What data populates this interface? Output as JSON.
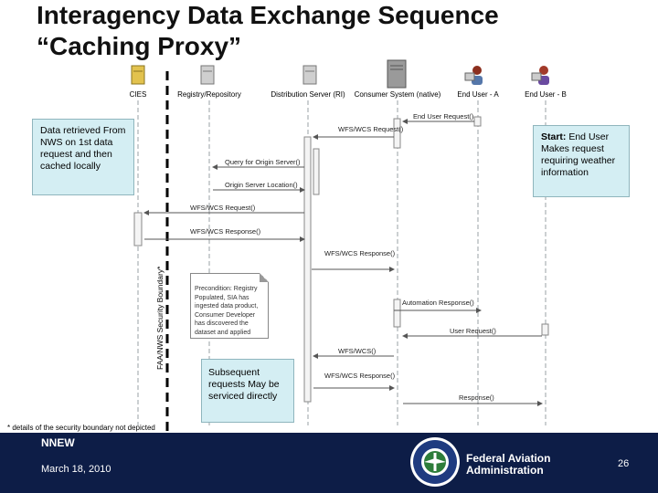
{
  "title": {
    "line1": "Interagency Data Exchange Sequence",
    "line2": "“Caching Proxy”"
  },
  "participants": [
    {
      "label": "CIES",
      "icon": "server-icon"
    },
    {
      "label": "Registry/Repository",
      "icon": "database-server-icon"
    },
    {
      "label": "Distribution Server (RI)",
      "icon": "server-icon"
    },
    {
      "label": "Consumer System (native)",
      "icon": "tower-computer-icon"
    },
    {
      "label": "End User - A",
      "icon": "user-at-computer-icon"
    },
    {
      "label": "End User - B",
      "icon": "user-at-computer-icon"
    }
  ],
  "boundary_label": "FAA/NWS Security Boundary*",
  "messages": [
    "End User Request()",
    "WFS/WCS Request()",
    "Query for Origin Server()",
    "Origin Server Location()",
    "WFS/WCS Request()",
    "WFS/WCS Response()",
    "WFS/WCS Response()",
    "Automation Response()",
    "User Request()",
    "WFS/WCS()",
    "WFS/WCS Response()",
    "Response()"
  ],
  "callouts": {
    "left": "Data retrieved From NWS on 1st data request and then cached locally",
    "right_bold": "Start:",
    "right_rest": " End User Makes request requiring weather information",
    "bottom": "Subsequent requests May be serviced directly"
  },
  "precondition_note": "Precondition: Registry Populated, SIA has ingested data product, Consumer Developer has discovered the dataset and applied",
  "footnote": "* details of the security boundary not depicted",
  "footer": {
    "program": "NNEW",
    "date": "March 18, 2010",
    "agency_line1": "Federal Aviation",
    "agency_line2": "Administration",
    "page_number": "26",
    "seal_icon": "faa-seal-icon"
  },
  "colors": {
    "footer_bg": "#0d1d47",
    "callout_bg": "#d4eef3",
    "lifeline": "#9aa0a6"
  }
}
